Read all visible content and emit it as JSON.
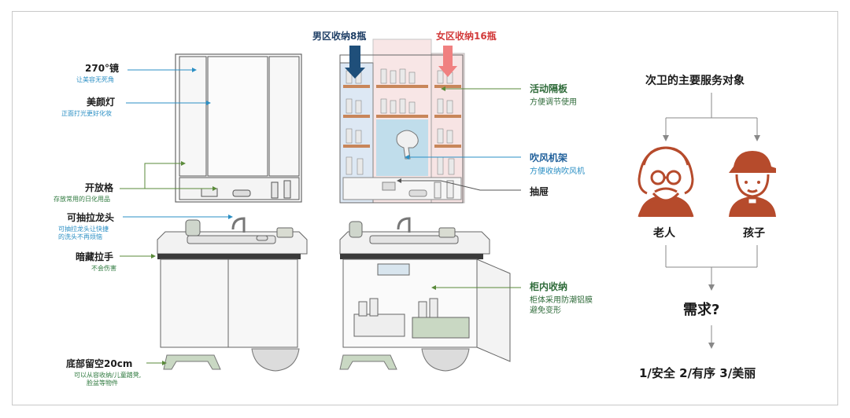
{
  "left_labels": [
    {
      "id": "mirror",
      "title": "270°镜",
      "sub": "让美容无死角"
    },
    {
      "id": "light",
      "title": "美颜灯",
      "sub": "正面打光更好化妆"
    },
    {
      "id": "open",
      "title": "开放格",
      "sub": "存放常用的日化用品"
    },
    {
      "id": "faucet",
      "title": "可抽拉龙头",
      "sub1": "可抽拉龙头让快捷",
      "sub2": "的洗头不再烦恼"
    },
    {
      "id": "handle",
      "title": "暗藏拉手",
      "sub": "不会伤害"
    },
    {
      "id": "bottom",
      "title": "底部留空20cm",
      "sub1": "可以从容收纳/儿童踏凳,",
      "sub2": "脸盆等物件"
    }
  ],
  "top_labels": {
    "male": "男区收纳8瓶",
    "female": "女区收纳16瓶"
  },
  "right_labels": [
    {
      "id": "shelf",
      "title": "活动隔板",
      "sub": "方便调节使用"
    },
    {
      "id": "dryer",
      "title": "吹风机架",
      "sub": "方便收纳吹风机"
    },
    {
      "id": "drawer",
      "title": "抽屉",
      "sub": ""
    },
    {
      "id": "cabinet",
      "title": "柜内收纳",
      "sub1": "柜体采用防潮铝膜",
      "sub2": "避免变形"
    }
  ],
  "flow": {
    "title": "次卫的主要服务对象",
    "left": "老人",
    "right": "孩子",
    "need": "需求?",
    "goals": "1/安全  2/有序  3/美丽"
  },
  "colors": {
    "accent_red": "#b64b2c",
    "male_arrow": "#1f4f7a",
    "female_arrow": "#f08080",
    "shelf_wood": "#c8865a",
    "water_blue": "#a8d8ec",
    "green_line": "#5a8a3a",
    "blue_line": "#2b8fc4"
  },
  "icons": [
    "elder-icon",
    "child-icon"
  ]
}
